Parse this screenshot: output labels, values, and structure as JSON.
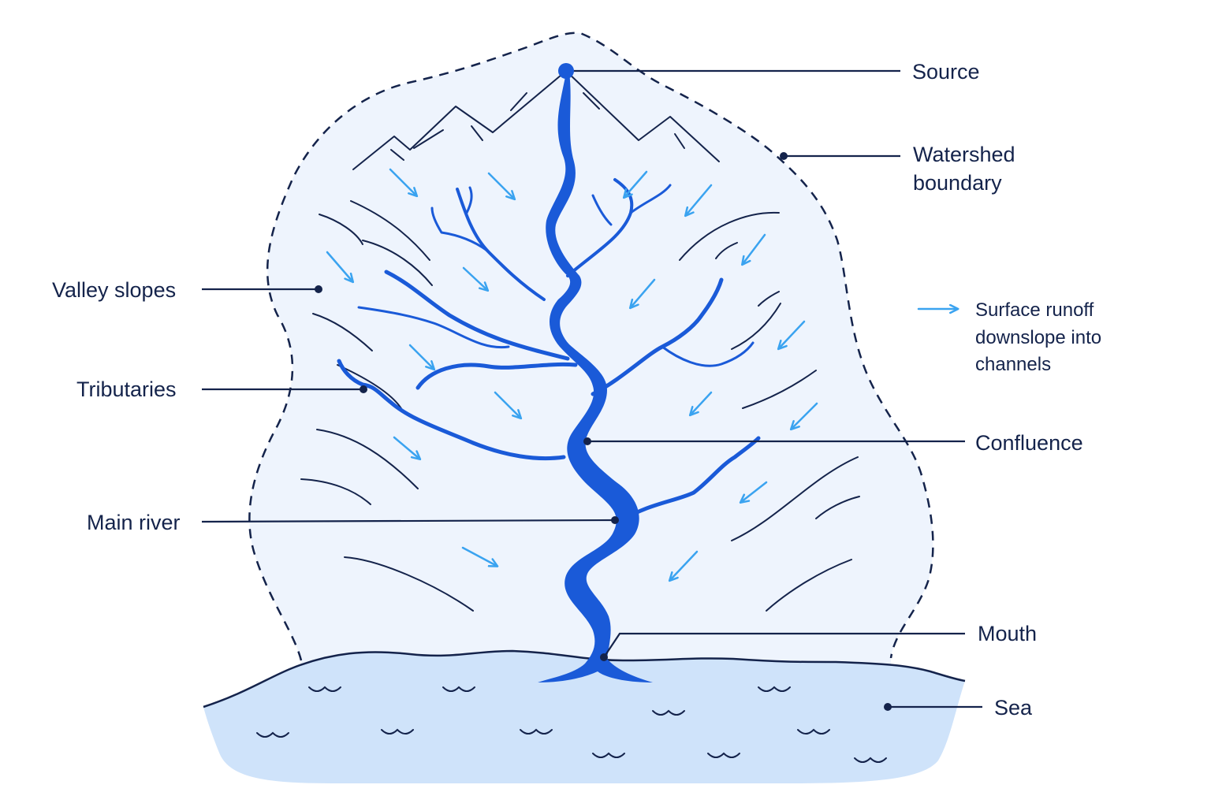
{
  "colors": {
    "ink": "#14234b",
    "river": "#1a5ad8",
    "runoff_arrow": "#3aa3f0",
    "watershed_fill": "#eef4fd",
    "sea_fill": "#cfe3fa"
  },
  "labels": {
    "source": "Source",
    "watershed_boundary_line1": "Watershed",
    "watershed_boundary_line2": "boundary",
    "valley_slopes": "Valley slopes",
    "tributaries": "Tributaries",
    "main_river": "Main river",
    "confluence": "Confluence",
    "mouth": "Mouth",
    "sea": "Sea"
  },
  "legend": {
    "icon": "arrow-right-icon",
    "line1": "Surface runoff",
    "line2": "downslope into",
    "line3": "channels"
  }
}
